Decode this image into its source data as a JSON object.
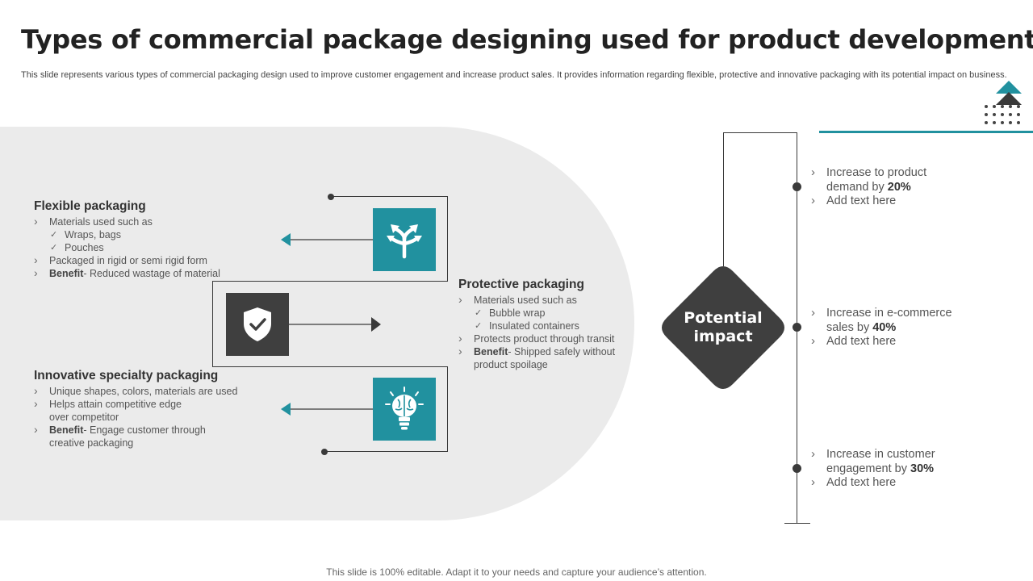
{
  "title": "Types of commercial package designing used for product development",
  "subtitle": "This slide represents various types of commercial packaging design used to improve customer engagement and increase product sales. It provides information regarding flexible, protective and innovative packaging with its potential impact on business.",
  "flexible": {
    "heading": "Flexible packaging",
    "b1": "Materials used such as",
    "c1": "Wraps, bags",
    "c2": "Pouches",
    "b2": "Packaged in rigid or semi rigid form",
    "b3_bold": "Benefit",
    "b3_text": "- Reduced wastage of material",
    "icon": "split-arrows-icon"
  },
  "protective": {
    "heading": "Protective packaging",
    "b1": "Materials used such as",
    "c1": "Bubble wrap",
    "c2": "Insulated containers",
    "b2": "Protects product through transit",
    "b3_bold": "Benefit",
    "b3_text": "- Shipped safely without product spoilage",
    "icon": "shield-check-icon"
  },
  "innovative": {
    "heading": "Innovative specialty packaging",
    "b1": "Unique shapes, colors, materials are used",
    "b2": "Helps attain competitive edge over competitor",
    "b3_bold": "Benefit",
    "b3_text": "- Engage customer through creative packaging",
    "icon": "brain-bulb-icon"
  },
  "impact": {
    "label_line1": "Potential",
    "label_line2": "impact",
    "items": [
      {
        "text": "Increase to product demand by ",
        "value": "20%",
        "extra": "Add text here"
      },
      {
        "text": "Increase in e-commerce sales by ",
        "value": "40%",
        "extra": "Add text here"
      },
      {
        "text": "Increase in customer engagement by ",
        "value": "30%",
        "extra": "Add text here"
      }
    ]
  },
  "footer": "This slide is 100% editable. Adapt it to your needs and capture your audience’s attention.",
  "colors": {
    "teal": "#21919f",
    "dark": "#3f3f3f",
    "bg": "#ebebeb"
  }
}
